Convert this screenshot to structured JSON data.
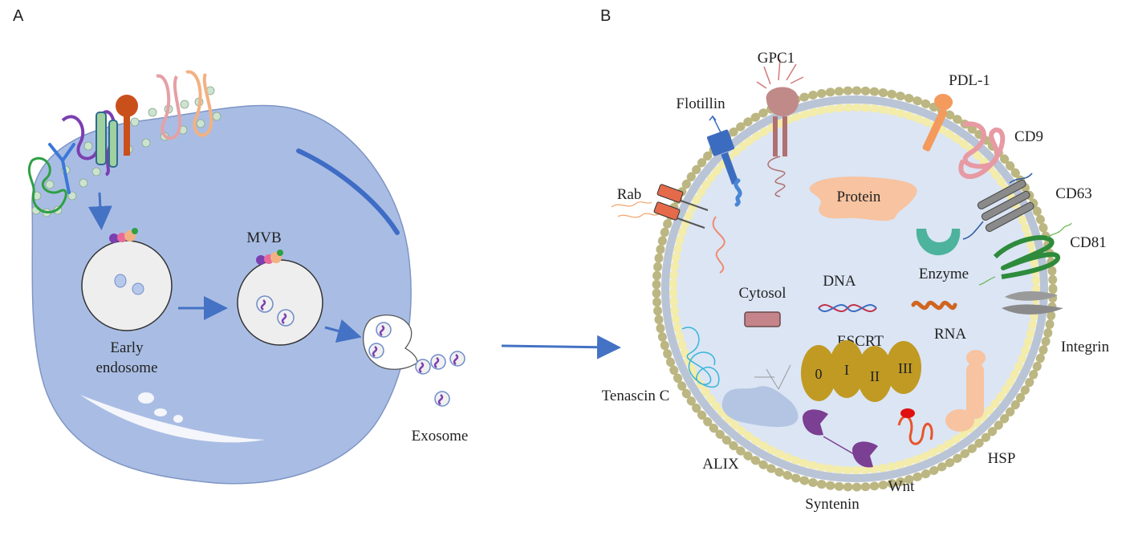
{
  "panels": {
    "a": "A",
    "b": "B"
  },
  "panel_a": {
    "mvb": "MVB",
    "early_endosome_line1": "Early",
    "early_endosome_line2": "endosome",
    "exosome": "Exosome"
  },
  "panel_b": {
    "gpc1": "GPC1",
    "flotillin": "Flotillin",
    "pdl1": "PDL-1",
    "cd9": "CD9",
    "rab": "Rab",
    "cd63": "CD63",
    "cd81": "CD81",
    "protein": "Protein",
    "enzyme": "Enzyme",
    "cytosol": "Cytosol",
    "dna": "DNA",
    "rna": "RNA",
    "escrt": "ESCRT",
    "escrt_units": [
      "0",
      "I",
      "II",
      "III"
    ],
    "integrin": "Integrin",
    "tenascin_c": "Tenascin C",
    "alix": "ALIX",
    "hsp": "HSP",
    "syntenin": "Syntenin",
    "wnt": "Wnt"
  },
  "colors": {
    "cell": "#a9bde4",
    "cytoplasm": "#dde6f5",
    "arrow": "#4472c4",
    "lipid_head": "#f3ecaa",
    "escrt": "#c09a23"
  }
}
